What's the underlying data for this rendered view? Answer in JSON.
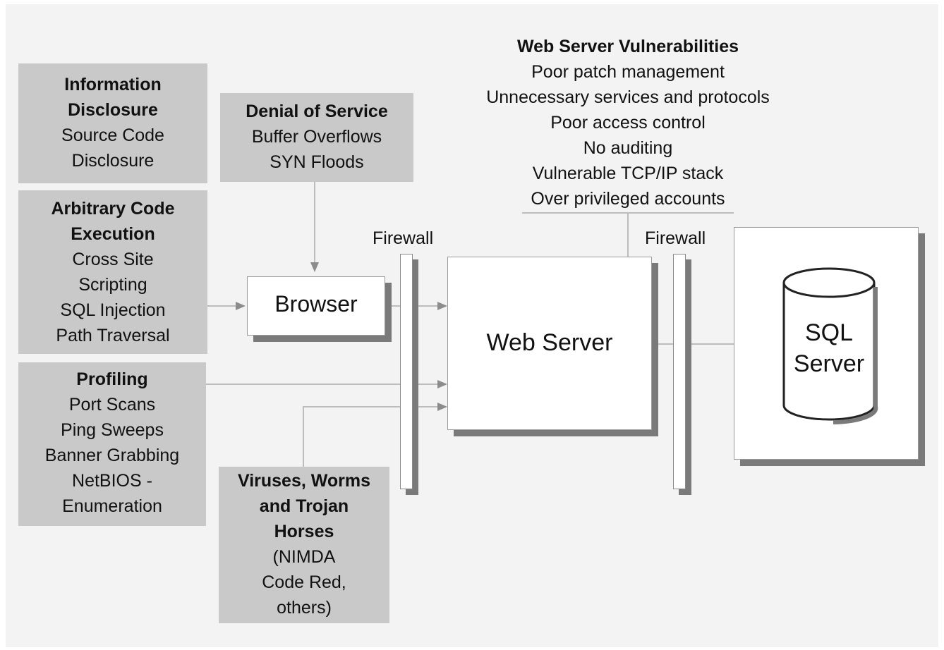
{
  "threats": {
    "info_disclosure": {
      "title": [
        "Information",
        "Disclosure"
      ],
      "items": [
        "Source Code",
        "Disclosure"
      ]
    },
    "arbitrary_code": {
      "title": [
        "Arbitrary Code",
        "Execution"
      ],
      "items": [
        "Cross Site",
        "Scripting",
        "SQL Injection",
        "Path Traversal"
      ]
    },
    "profiling": {
      "title": [
        "Profiling"
      ],
      "items": [
        "Port Scans",
        "Ping Sweeps",
        "Banner Grabbing",
        "NetBIOS -",
        "Enumeration"
      ]
    },
    "dos": {
      "title": [
        "Denial of Service"
      ],
      "items": [
        "Buffer Overflows",
        "SYN Floods"
      ]
    },
    "viruses": {
      "title": [
        "Viruses, Worms",
        "and Trojan",
        "Horses"
      ],
      "items": [
        "(NIMDA",
        "Code Red,",
        "others)"
      ]
    }
  },
  "vulnerabilities": {
    "title": "Web Server Vulnerabilities",
    "items": [
      "Poor patch management",
      "Unnecessary services and protocols",
      "Poor access control",
      "No auditing",
      "Vulnerable TCP/IP stack",
      "Over privileged accounts"
    ]
  },
  "nodes": {
    "browser": "Browser",
    "web_server": "Web Server",
    "sql_server": [
      "SQL",
      "Server"
    ]
  },
  "firewalls": {
    "left": "Firewall",
    "right": "Firewall"
  }
}
